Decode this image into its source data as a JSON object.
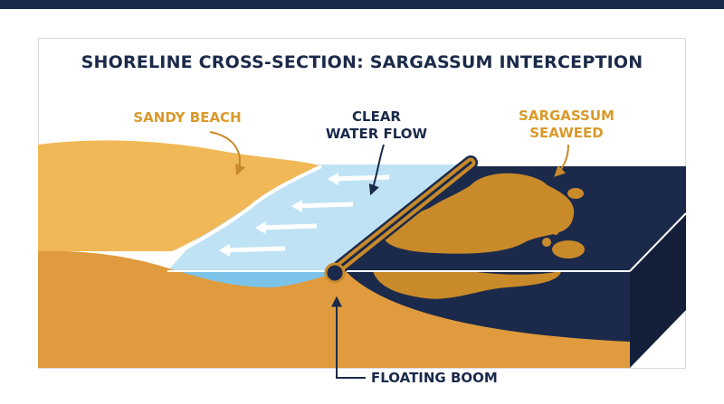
{
  "diagram": {
    "title": "SHORELINE CROSS-SECTION: SARGASSUM INTERCEPTION",
    "labels": {
      "sandy_beach": "SANDY BEACH",
      "clear_water_line1": "CLEAR",
      "clear_water_line2": "WATER FLOW",
      "sargassum_line1": "SARGASSUM",
      "sargassum_line2": "SEAWEED",
      "floating_boom": "FLOATING BOOM"
    },
    "colors": {
      "navy": "#1b2a4a",
      "sand": "#f1b857",
      "sand_dark": "#e09b3e",
      "water_light": "#bfe3f5",
      "water_mid": "#7cc3ea",
      "seaweed": "#c98a2a",
      "gold_text": "#d99a2b"
    }
  }
}
